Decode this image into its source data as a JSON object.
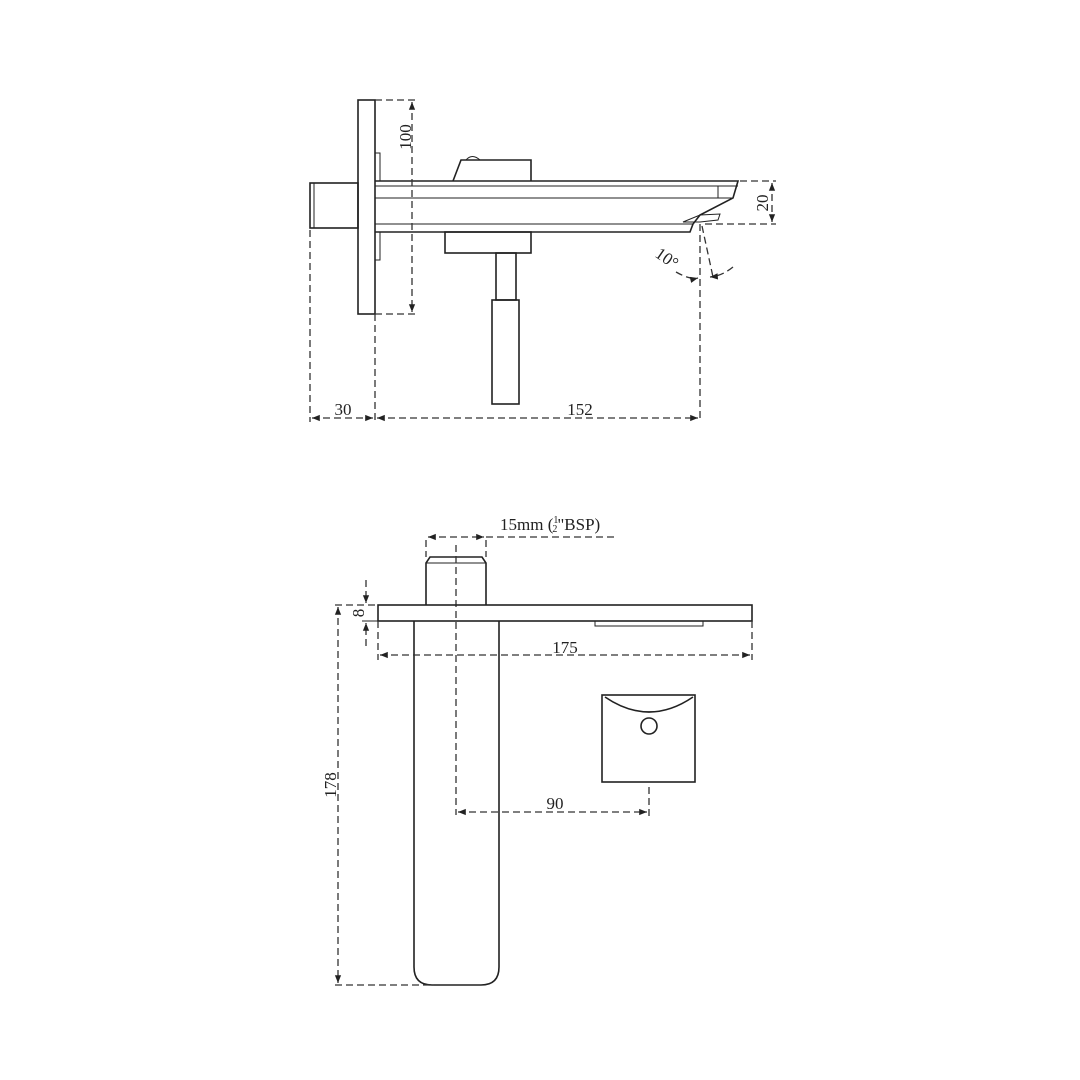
{
  "side_view": {
    "dimensions": {
      "plate_height": "100",
      "spout_height": "20",
      "outlet_angle": "10°",
      "inlet_depth": "30",
      "projection": "152"
    }
  },
  "top_view": {
    "dimensions": {
      "inlet_thread": "15mm (",
      "inlet_thread_fraction_num": "1",
      "inlet_thread_fraction_den": "2",
      "inlet_thread_suffix": "\"BSP)",
      "plate_thickness": "8",
      "spout_length": "175",
      "overall_height": "178",
      "handle_offset": "90"
    }
  },
  "colors": {
    "line": "#222222",
    "background": "#ffffff"
  }
}
